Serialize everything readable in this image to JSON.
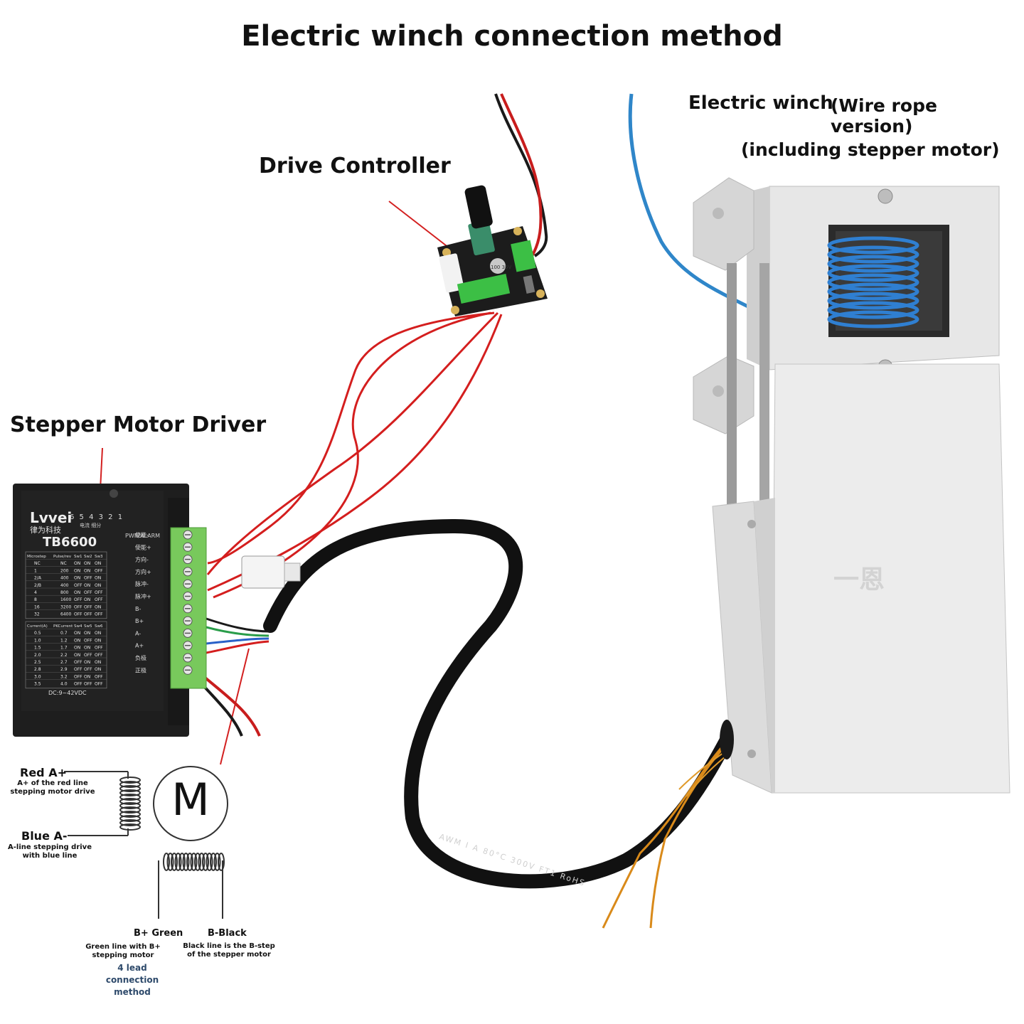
{
  "title": "Electric winch connection method",
  "labels": {
    "drive_controller": "Drive Controller",
    "stepper_driver": "Stepper Motor Driver",
    "winch_line1": "Electric winch",
    "winch_line1b": "(Wire rope version)",
    "winch_line2": "(including stepper motor)"
  },
  "driver_panel": {
    "brand": "Lvvei",
    "brand_cn": "律为科技",
    "model": "TB6600",
    "dip_numbers": "6 5 4 3 2 1",
    "dip_cn": "电流  细分",
    "pwr_alarm": "PWR/ALARM",
    "voltage": "DC:9~42VDC",
    "microstep_headers": [
      "Microstep",
      "Pulse/rev",
      "Sw1",
      "Sw2",
      "Sw3"
    ],
    "microstep_rows": [
      [
        "NC",
        "NC",
        "ON",
        "ON",
        "ON"
      ],
      [
        "1",
        "200",
        "ON",
        "ON",
        "OFF"
      ],
      [
        "2/A",
        "400",
        "ON",
        "OFF",
        "ON"
      ],
      [
        "2/B",
        "400",
        "OFF",
        "ON",
        "ON"
      ],
      [
        "4",
        "800",
        "ON",
        "OFF",
        "OFF"
      ],
      [
        "8",
        "1600",
        "OFF",
        "ON",
        "OFF"
      ],
      [
        "16",
        "3200",
        "OFF",
        "OFF",
        "ON"
      ],
      [
        "32",
        "6400",
        "OFF",
        "OFF",
        "OFF"
      ]
    ],
    "current_headers": [
      "Current(A)",
      "PKCurrent",
      "Sw4",
      "Sw5",
      "Sw6"
    ],
    "current_rows": [
      [
        "0.5",
        "0.7",
        "ON",
        "ON",
        "ON"
      ],
      [
        "1.0",
        "1.2",
        "ON",
        "OFF",
        "ON"
      ],
      [
        "1.5",
        "1.7",
        "ON",
        "ON",
        "OFF"
      ],
      [
        "2.0",
        "2.2",
        "ON",
        "OFF",
        "OFF"
      ],
      [
        "2.5",
        "2.7",
        "OFF",
        "ON",
        "ON"
      ],
      [
        "2.8",
        "2.9",
        "OFF",
        "OFF",
        "ON"
      ],
      [
        "3.0",
        "3.2",
        "OFF",
        "ON",
        "OFF"
      ],
      [
        "3.5",
        "4.0",
        "OFF",
        "OFF",
        "OFF"
      ]
    ],
    "terminals": [
      "使能-",
      "使能+",
      "方向-",
      "方向+",
      "脉冲-",
      "脉冲+",
      "B-",
      "B+",
      "A-",
      "A+",
      "负极",
      "正极"
    ]
  },
  "cable_print": "AWM  I  A  80°C  300V  FT1  RoHS",
  "winch_mark": "一恩",
  "capacitor_text": "100 35V",
  "motor_symbol": "M",
  "wiring": {
    "red_label": "Red A+",
    "red_note": "A+ of the red line stepping motor drive",
    "blue_label": "Blue A-",
    "blue_note": "A-line stepping drive with blue line",
    "green_label": "B+ Green",
    "green_note": "Green line with B+ stepping motor",
    "black_label": "B-Black",
    "black_note": "Black line is the B-step of the stepper motor",
    "method": "4 lead connection method"
  }
}
